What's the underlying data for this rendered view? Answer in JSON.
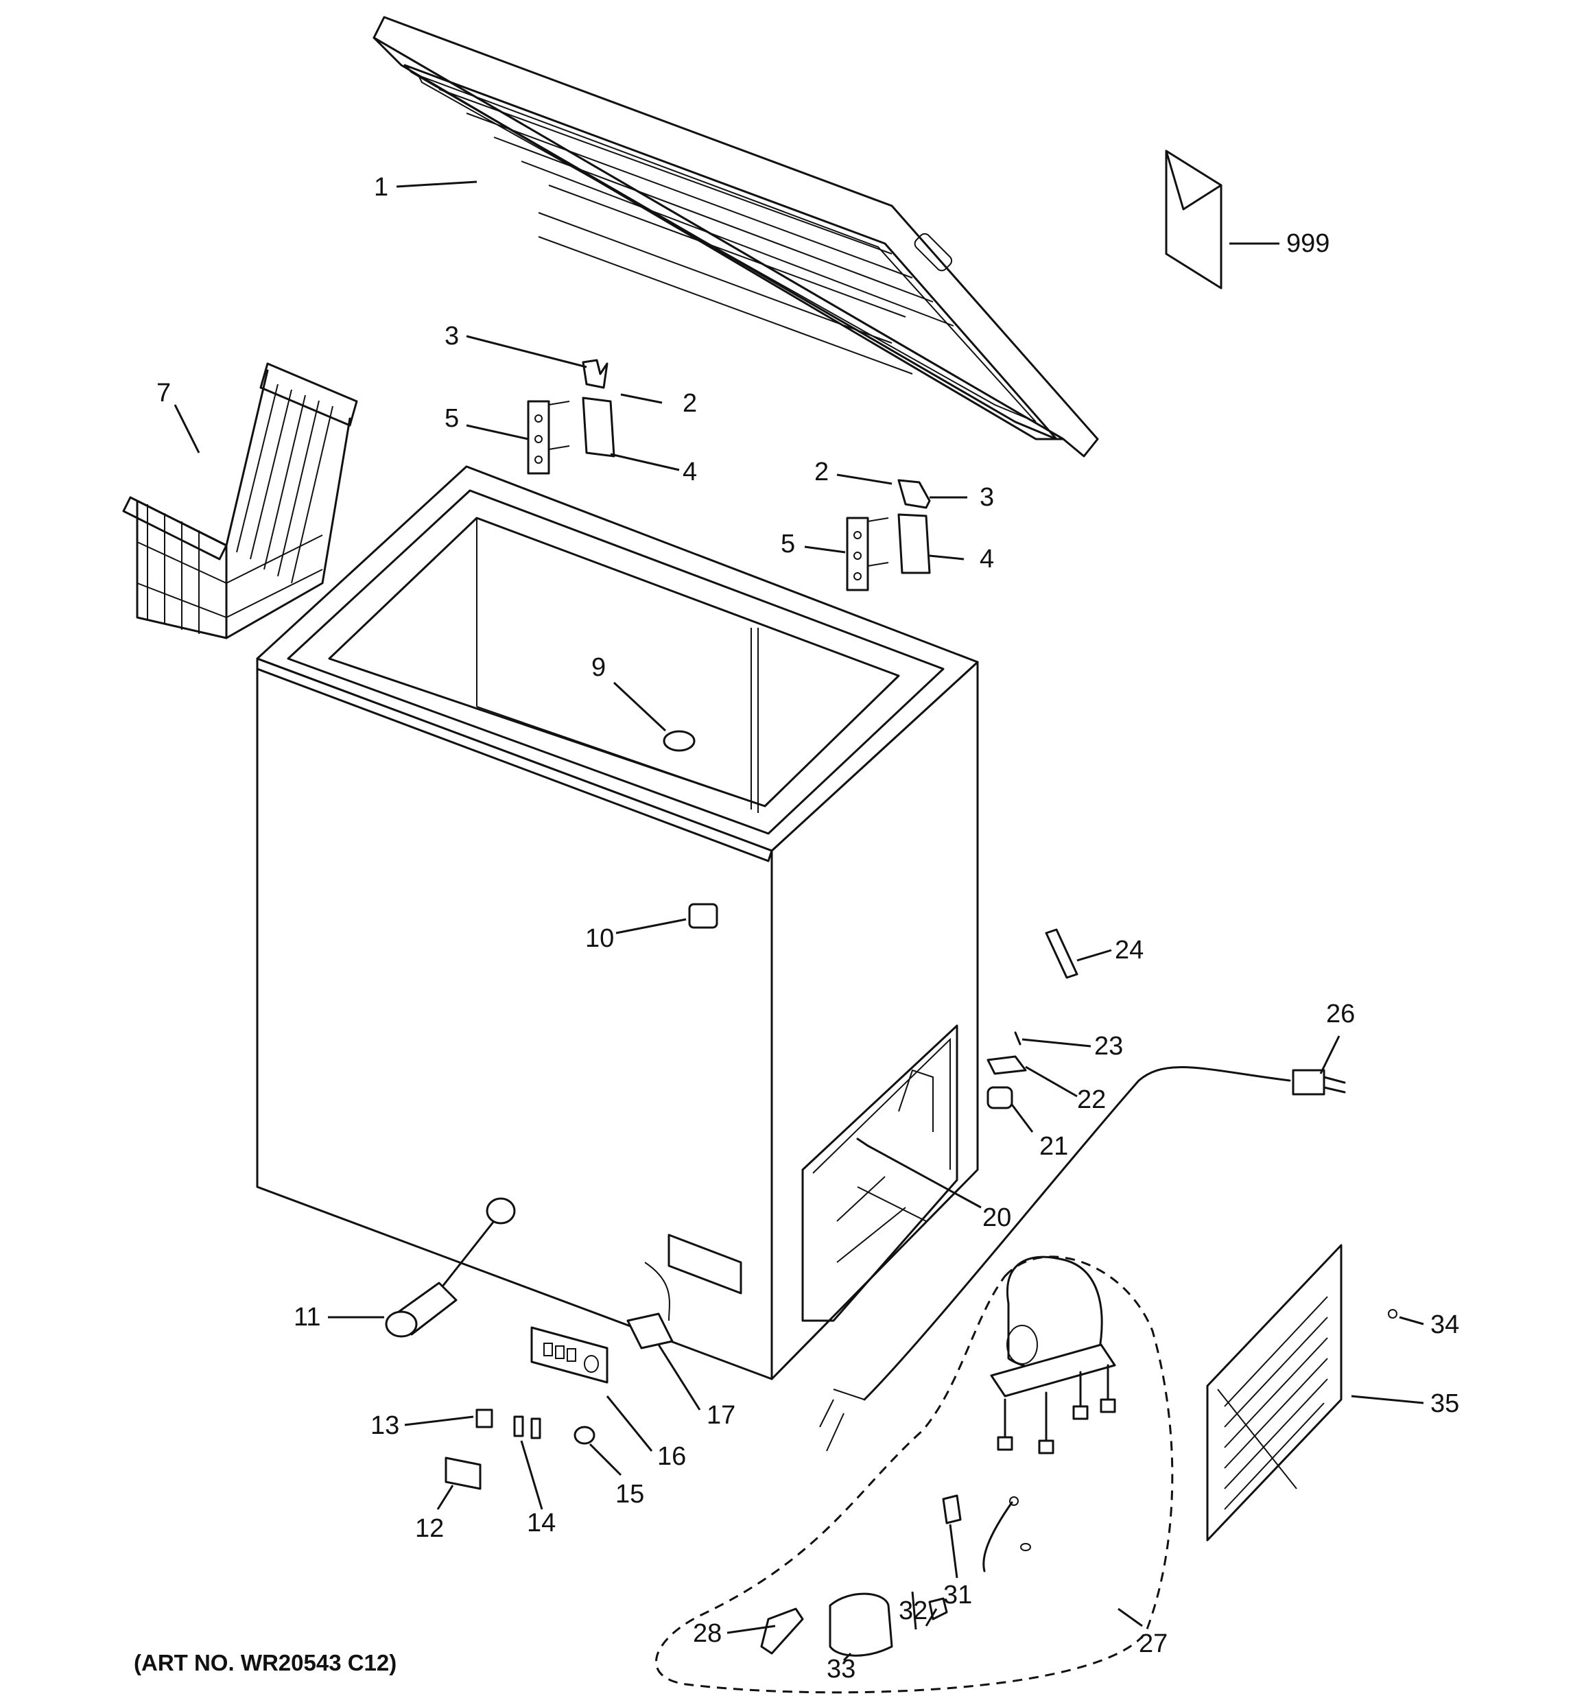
{
  "diagram": {
    "art_number": "(ART NO. WR20543 C12)",
    "callouts": [
      {
        "id": "1",
        "label": "1"
      },
      {
        "id": "999",
        "label": "999"
      },
      {
        "id": "3a",
        "label": "3"
      },
      {
        "id": "2a",
        "label": "2"
      },
      {
        "id": "7",
        "label": "7"
      },
      {
        "id": "5a",
        "label": "5"
      },
      {
        "id": "4a",
        "label": "4"
      },
      {
        "id": "2b",
        "label": "2"
      },
      {
        "id": "3b",
        "label": "3"
      },
      {
        "id": "5b",
        "label": "5"
      },
      {
        "id": "4b",
        "label": "4"
      },
      {
        "id": "9",
        "label": "9"
      },
      {
        "id": "10",
        "label": "10"
      },
      {
        "id": "24",
        "label": "24"
      },
      {
        "id": "26",
        "label": "26"
      },
      {
        "id": "23",
        "label": "23"
      },
      {
        "id": "22",
        "label": "22"
      },
      {
        "id": "21",
        "label": "21"
      },
      {
        "id": "20",
        "label": "20"
      },
      {
        "id": "11",
        "label": "11"
      },
      {
        "id": "34",
        "label": "34"
      },
      {
        "id": "35",
        "label": "35"
      },
      {
        "id": "17",
        "label": "17"
      },
      {
        "id": "16",
        "label": "16"
      },
      {
        "id": "13",
        "label": "13"
      },
      {
        "id": "15",
        "label": "15"
      },
      {
        "id": "14",
        "label": "14"
      },
      {
        "id": "12",
        "label": "12"
      },
      {
        "id": "31",
        "label": "31"
      },
      {
        "id": "32",
        "label": "32"
      },
      {
        "id": "27",
        "label": "27"
      },
      {
        "id": "28",
        "label": "28"
      },
      {
        "id": "33",
        "label": "33"
      }
    ]
  }
}
